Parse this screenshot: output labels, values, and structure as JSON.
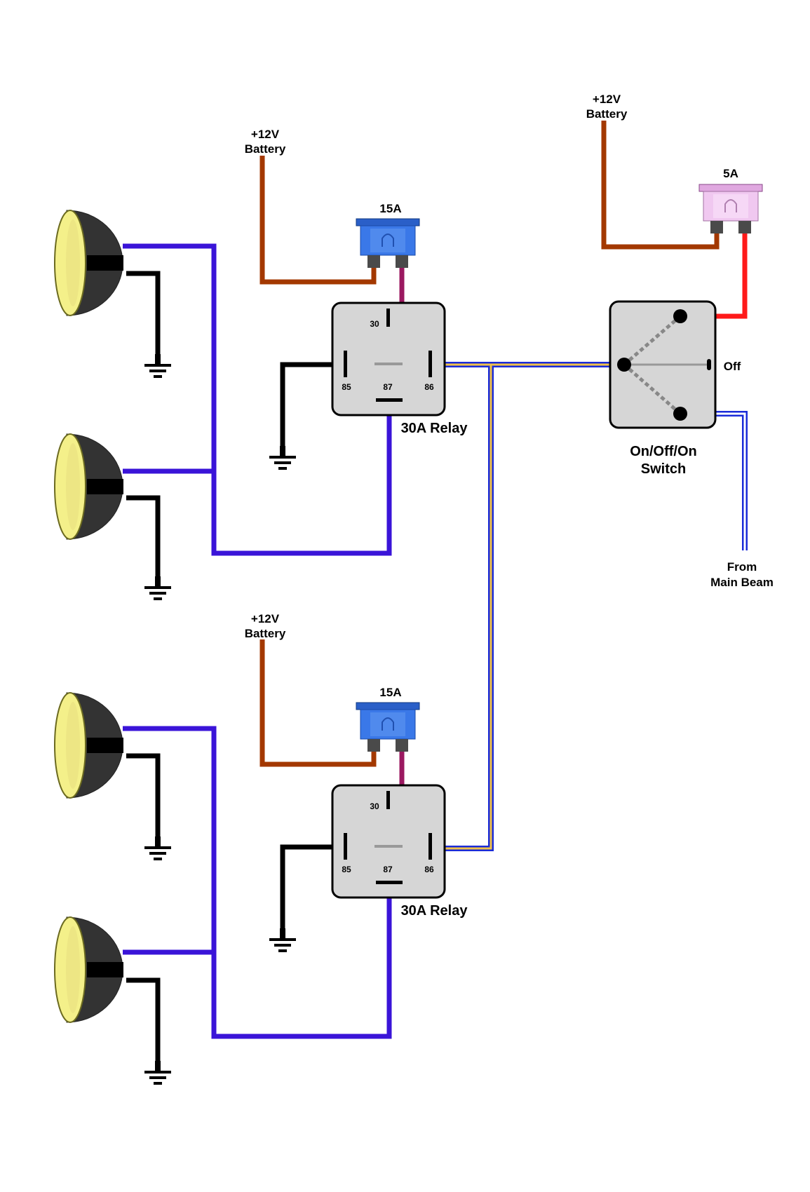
{
  "colors": {
    "battery_wire": "#a33800",
    "fused_wire": "#9b1860",
    "switch_feed_wire": "#ff1a1a",
    "lamp_wire": "#3a14d8",
    "trigger_wire_outer": "#1a2bd8",
    "trigger_wire_inner": "#f0c24a",
    "beam_wire_inner": "#ffffff",
    "ground_wire": "#000000",
    "relay_body": "#d6d6d6",
    "fuse_15a": "#3a78e8",
    "fuse_5a": "#f0c8f0",
    "lamp_lens": "#f4f08a",
    "lamp_shell": "#333333"
  },
  "battery_labels": {
    "top_relay": {
      "line1": "+12V",
      "line2": "Battery"
    },
    "bottom_relay": {
      "line1": "+12V",
      "line2": "Battery"
    },
    "switch": {
      "line1": "+12V",
      "line2": "Battery"
    }
  },
  "fuses": {
    "top_relay": "15A",
    "bottom_relay": "15A",
    "switch": "5A"
  },
  "relays": [
    {
      "title": "30A Relay",
      "pins": {
        "p30": "30",
        "p85": "85",
        "p87": "87",
        "p86": "86"
      }
    },
    {
      "title": "30A Relay",
      "pins": {
        "p30": "30",
        "p85": "85",
        "p87": "87",
        "p86": "86"
      }
    }
  ],
  "switch": {
    "line1": "On/Off/On",
    "line2": "Switch",
    "off_label": "Off"
  },
  "main_beam": {
    "line1": "From",
    "line2": "Main Beam"
  },
  "icons": {
    "lamp": "headlamp-icon",
    "ground": "ground-icon",
    "fuse": "blade-fuse-icon",
    "relay": "relay-icon",
    "switch": "toggle-switch-icon"
  }
}
